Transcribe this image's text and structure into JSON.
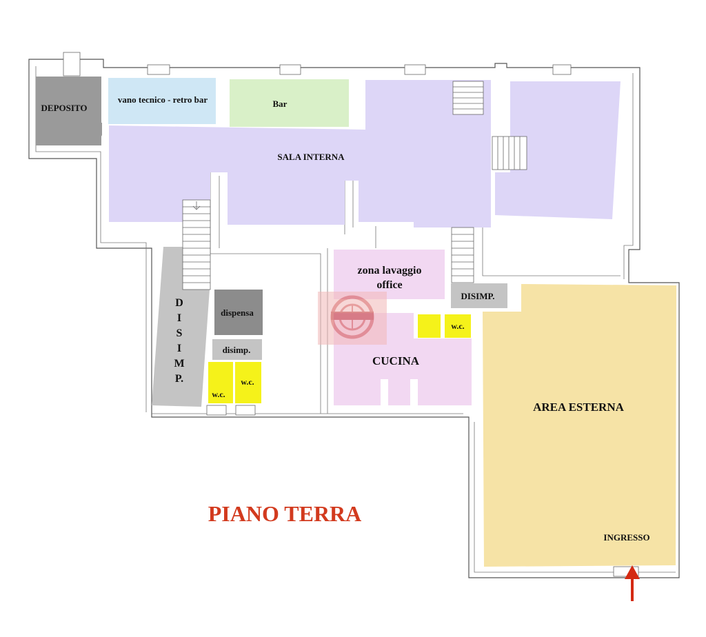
{
  "plan": {
    "title": "PIANO TERRA",
    "rooms": {
      "deposito": "DEPOSITO",
      "vano_tecnico": "vano tecnico - retro bar",
      "bar": "Bar",
      "sala_interna": "SALA INTERNA",
      "zona_lavaggio_line1": "zona lavaggio",
      "zona_lavaggio_line2": "office",
      "disimp_right": "DISIMP.",
      "wc_cucina": "w.c.",
      "cucina": "CUCINA",
      "dispensa": "dispensa",
      "disimp_small": "disimp.",
      "wc_left_1": "w.c.",
      "wc_left_2": "w.c.",
      "disimp_vertical": [
        "D",
        "I",
        "S",
        "I",
        "M",
        "P."
      ],
      "area_esterna": "AREA ESTERNA",
      "ingresso": "INGRESSO"
    }
  },
  "colors": {
    "deposito": "#9a9a9a",
    "vano_tecnico": "#cfe7f5",
    "bar": "#d9f0c8",
    "sala_interna": "#ddd6f7",
    "zona_lavaggio": "#f2d8f2",
    "cucina": "#f2d8f2",
    "disimp_grey": "#c4c4c4",
    "dispensa": "#8c8c8c",
    "wc": "#f5f21a",
    "area_esterna": "#f6e3a6",
    "title": "#d23a1e",
    "arrow": "#d42a12"
  },
  "icons": {
    "entrance": "entrance-arrow-icon",
    "watermark": "globe-logo-icon"
  }
}
